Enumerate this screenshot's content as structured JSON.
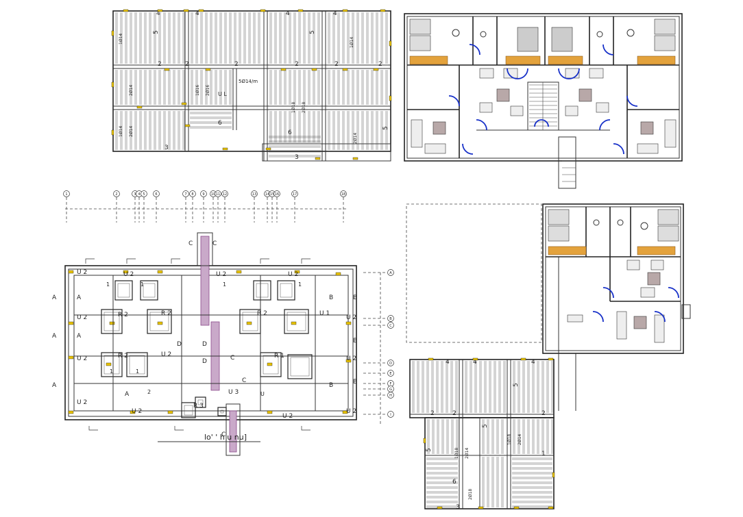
{
  "colors": {
    "line": "#333333",
    "door": "#1730c8",
    "column": "#e8c200",
    "kitchen": "#e3a23c",
    "core": "#8a4a8a"
  },
  "slab_plan_top": {
    "span_labels": [
      "4",
      "4",
      "4",
      "4"
    ],
    "panel_labels": [
      "1Ø14",
      "2Ø14",
      "5",
      "2",
      "2",
      "2",
      "2",
      "6",
      "6",
      "3",
      "3",
      "1Ø16",
      "2Ø16",
      "1Ø18",
      "2Ø18"
    ],
    "beam_note": "5Ø14/m",
    "beam_mark": "U L"
  },
  "foundation_plan": {
    "grid_bubbles": [
      "1",
      "2",
      "3",
      "4",
      "5",
      "6",
      "7",
      "8",
      "9",
      "10",
      "11",
      "12",
      "13",
      "14",
      "15",
      "16",
      "17",
      "18"
    ],
    "axis_bubbles": [
      "A",
      "B",
      "C",
      "D",
      "E",
      "F",
      "G",
      "H",
      "I"
    ],
    "labels": {
      "u2": "U 2",
      "u3": "U 3",
      "u1": "U 1",
      "r2": "R 2",
      "r1": "R 1",
      "r3": "R 3",
      "sec_a": "A",
      "sec_b": "B",
      "sec_c": "C",
      "sec_d": "D",
      "one": "1",
      "two": "2",
      "u": "U",
      "c": "C"
    },
    "caption": "lo' ' h u nu]"
  },
  "slab_plan_bottom": {
    "span_labels": [
      "4",
      "4",
      "4"
    ],
    "panel_labels": [
      "2",
      "2",
      "2",
      "1",
      "5",
      "5",
      "5",
      "6",
      "3",
      "1Ø18",
      "2Ø14",
      "2Ø18",
      "2Ø14",
      "1Ø18"
    ]
  }
}
